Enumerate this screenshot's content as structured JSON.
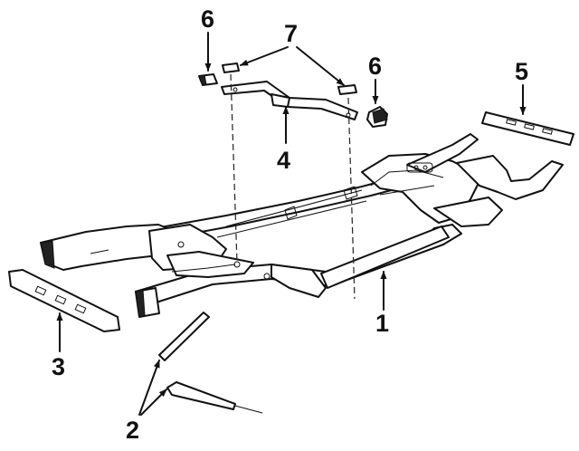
{
  "callouts": {
    "c1": "1",
    "c2": "2",
    "c3": "3",
    "c4": "4",
    "c5": "5",
    "c6a": "6",
    "c6b": "6",
    "c7": "7"
  },
  "colors": {
    "ink": "#111111",
    "background": "#ffffff"
  }
}
